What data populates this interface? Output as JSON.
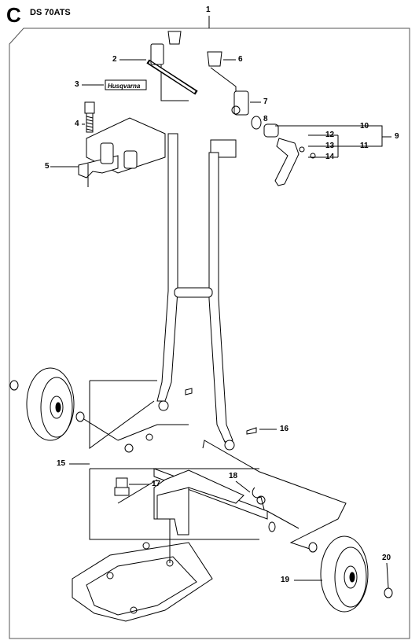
{
  "sheet": {
    "letter": "C",
    "model": "DS 70ATS",
    "brand_label": "Husqvarna"
  },
  "callouts": [
    {
      "id": "c1",
      "label": "1"
    },
    {
      "id": "c2",
      "label": "2"
    },
    {
      "id": "c3",
      "label": "3"
    },
    {
      "id": "c4",
      "label": "4"
    },
    {
      "id": "c5",
      "label": "5"
    },
    {
      "id": "c6",
      "label": "6"
    },
    {
      "id": "c7",
      "label": "7"
    },
    {
      "id": "c8",
      "label": "8"
    },
    {
      "id": "c9",
      "label": "9"
    },
    {
      "id": "c10",
      "label": "10"
    },
    {
      "id": "c11",
      "label": "11"
    },
    {
      "id": "c12",
      "label": "12"
    },
    {
      "id": "c13",
      "label": "13"
    },
    {
      "id": "c14",
      "label": "14"
    },
    {
      "id": "c15",
      "label": "15"
    },
    {
      "id": "c16",
      "label": "16"
    },
    {
      "id": "c17",
      "label": "17"
    },
    {
      "id": "c18",
      "label": "18"
    },
    {
      "id": "c19",
      "label": "19"
    },
    {
      "id": "c20",
      "label": "20"
    }
  ],
  "colors": {
    "line": "#000000",
    "background": "#ffffff",
    "frame": "#555555"
  }
}
